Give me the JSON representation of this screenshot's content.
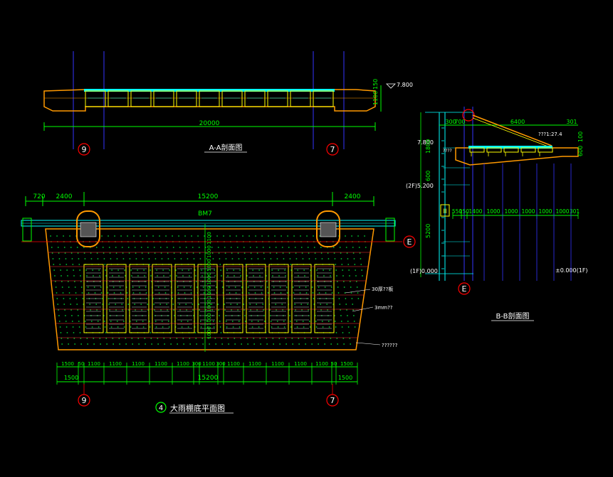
{
  "section_aa": {
    "title": "A-A剖面图",
    "elevation": "7.800",
    "vertical_dims": [
      "1100",
      "150"
    ],
    "total_dim": "20000",
    "axis_left": "9",
    "axis_right": "7"
  },
  "plan": {
    "title_number": "4",
    "title": "大雨棚底平面图",
    "top_dims": [
      "720",
      "2400",
      "15200",
      "2400"
    ],
    "beam_label": "BM7",
    "axis_e": "E",
    "axis_left": "9",
    "axis_right": "7",
    "vertical_dims": [
      "1100",
      "1000",
      "1000",
      "1000",
      "1000",
      "1000",
      "1000",
      "1000"
    ],
    "bottom_dims_row1": [
      "1500",
      "50",
      "1100",
      "1100",
      "1100",
      "1100",
      "1100",
      "300",
      "1100",
      "300",
      "1100",
      "1100",
      "1100",
      "1100",
      "1100",
      "50",
      "1500"
    ],
    "bottom_dims_row2": [
      "1500",
      "15200",
      "1500"
    ],
    "notes": [
      "30厚??板",
      "3mm??",
      "??????"
    ]
  },
  "section_bb": {
    "title": "B-B剖面图",
    "elev_top": "7.800",
    "elev_2f": "(2F)5.200",
    "elev_1f": "(1F)0.000",
    "elev_right": "±0.000(1F)",
    "top_dims": [
      "300",
      "700",
      "6400",
      "301"
    ],
    "note": "???1:27.4",
    "inner_note": "????",
    "right_dims": [
      "600",
      "100"
    ],
    "left_dims": [
      "1800",
      "600",
      "5200"
    ],
    "bottom_dims": [
      "550",
      "150",
      "1400",
      "1000",
      "1000",
      "1000",
      "1000",
      "1000",
      "301"
    ],
    "axis_e": "E",
    "marker": "II"
  },
  "colors": {
    "background": "#000000",
    "dim_green": "#00ff00",
    "axis_blue": "#3333ff",
    "orange": "#ff9900",
    "yellow": "#ffff00",
    "cyan": "#00ffff",
    "red": "#ff0000",
    "white": "#ffffff"
  }
}
